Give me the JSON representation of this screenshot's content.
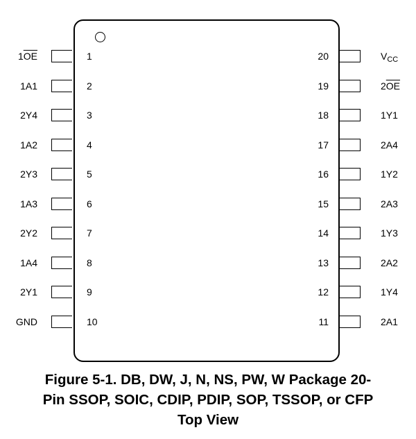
{
  "pins_left": [
    {
      "number": "1",
      "name_prefix": "1",
      "name_overline": "OE",
      "name": "",
      "name_sub": ""
    },
    {
      "number": "2",
      "name_prefix": "",
      "name_overline": "",
      "name": "1A1",
      "name_sub": ""
    },
    {
      "number": "3",
      "name_prefix": "",
      "name_overline": "",
      "name": "2Y4",
      "name_sub": ""
    },
    {
      "number": "4",
      "name_prefix": "",
      "name_overline": "",
      "name": "1A2",
      "name_sub": ""
    },
    {
      "number": "5",
      "name_prefix": "",
      "name_overline": "",
      "name": "2Y3",
      "name_sub": ""
    },
    {
      "number": "6",
      "name_prefix": "",
      "name_overline": "",
      "name": "1A3",
      "name_sub": ""
    },
    {
      "number": "7",
      "name_prefix": "",
      "name_overline": "",
      "name": "2Y2",
      "name_sub": ""
    },
    {
      "number": "8",
      "name_prefix": "",
      "name_overline": "",
      "name": "1A4",
      "name_sub": ""
    },
    {
      "number": "9",
      "name_prefix": "",
      "name_overline": "",
      "name": "2Y1",
      "name_sub": ""
    },
    {
      "number": "10",
      "name_prefix": "",
      "name_overline": "",
      "name": "GND",
      "name_sub": ""
    }
  ],
  "pins_right": [
    {
      "number": "20",
      "name_prefix": "",
      "name_overline": "",
      "name": "V",
      "name_sub": "CC"
    },
    {
      "number": "19",
      "name_prefix": "2",
      "name_overline": "OE",
      "name": "",
      "name_sub": ""
    },
    {
      "number": "18",
      "name_prefix": "",
      "name_overline": "",
      "name": "1Y1",
      "name_sub": ""
    },
    {
      "number": "17",
      "name_prefix": "",
      "name_overline": "",
      "name": "2A4",
      "name_sub": ""
    },
    {
      "number": "16",
      "name_prefix": "",
      "name_overline": "",
      "name": "1Y2",
      "name_sub": ""
    },
    {
      "number": "15",
      "name_prefix": "",
      "name_overline": "",
      "name": "2A3",
      "name_sub": ""
    },
    {
      "number": "14",
      "name_prefix": "",
      "name_overline": "",
      "name": "1Y3",
      "name_sub": ""
    },
    {
      "number": "13",
      "name_prefix": "",
      "name_overline": "",
      "name": "2A2",
      "name_sub": ""
    },
    {
      "number": "12",
      "name_prefix": "",
      "name_overline": "",
      "name": "1Y4",
      "name_sub": ""
    },
    {
      "number": "11",
      "name_prefix": "",
      "name_overline": "",
      "name": "2A1",
      "name_sub": ""
    }
  ],
  "caption": {
    "line1": "Figure 5-1. DB, DW, J, N, NS, PW, W Package 20-",
    "line2": "Pin SSOP, SOIC, CDIP, PDIP, SOP, TSSOP, or CFP",
    "line3": "Top View"
  }
}
